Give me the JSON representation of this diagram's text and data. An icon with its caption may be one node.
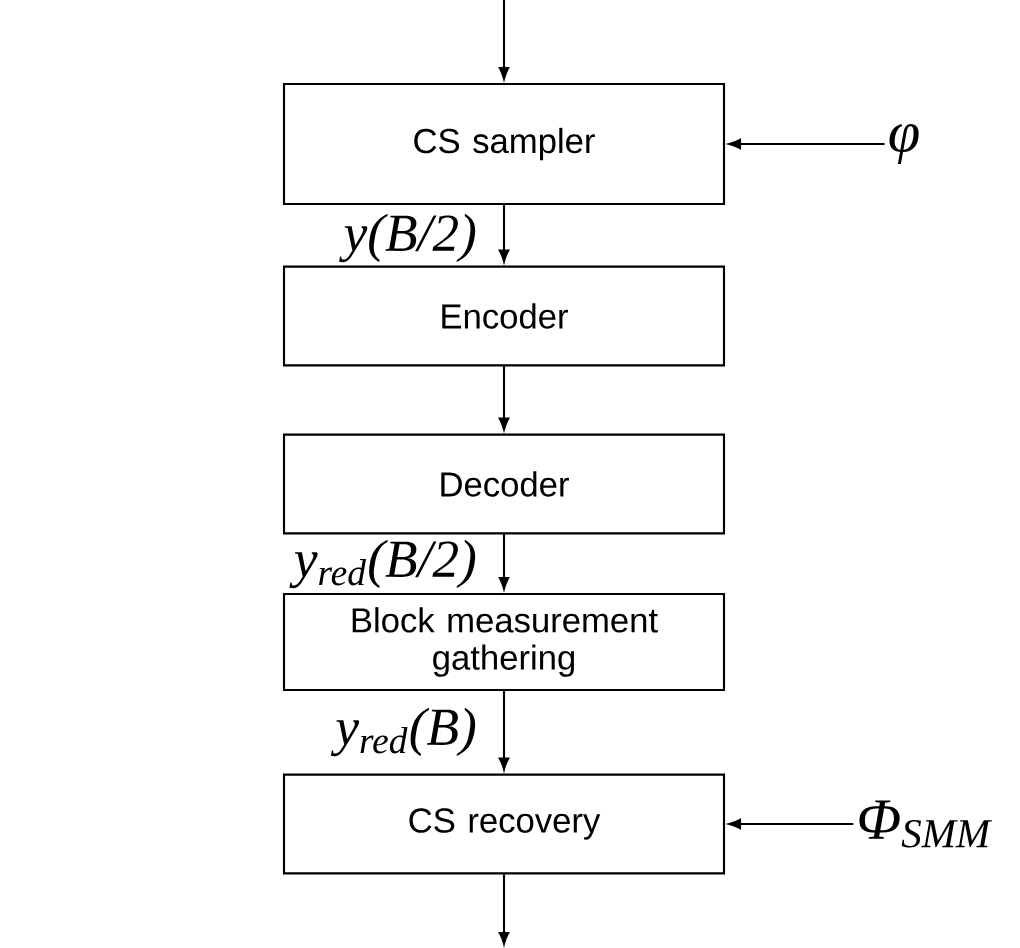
{
  "diagram": {
    "nodes": [
      {
        "text": [
          "CS sampler"
        ]
      },
      {
        "text": [
          "Encoder"
        ]
      },
      {
        "text": [
          "Decoder"
        ]
      },
      {
        "text": [
          "Block measurement gathering"
        ]
      },
      {
        "text": [
          "CS recovery"
        ]
      },
      {
        "text": [
          "φ"
        ]
      },
      {
        "text": [
          "Φ$_{SMM}$"
        ]
      }
    ],
    "edges": [
      {
        "from": null,
        "to": 0,
        "arrow": "to"
      },
      {
        "from": 0,
        "to": 1,
        "arrow": "to",
        "label": "y(B/2)"
      },
      {
        "from": 1,
        "to": 2,
        "arrow": "to"
      },
      {
        "from": 2,
        "to": 3,
        "arrow": "to",
        "label": "y$_{red}$(B/2)"
      },
      {
        "from": 3,
        "to": 4,
        "arrow": "to",
        "label": "y$_{red}$(B)"
      },
      {
        "from": 4,
        "to": null,
        "arrow": "to"
      },
      {
        "from": 5,
        "to": 0,
        "arrow": "to"
      },
      {
        "from": 6,
        "to": 4,
        "arrow": "to"
      }
    ]
  }
}
